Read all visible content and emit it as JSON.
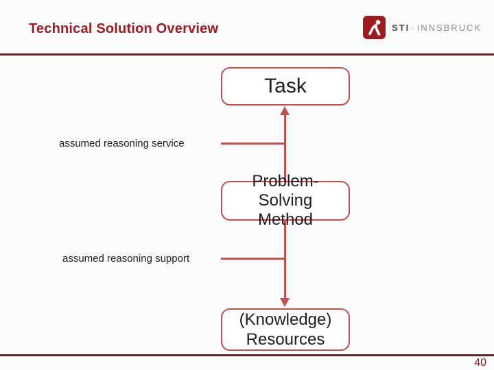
{
  "header": {
    "title": "Technical Solution Overview",
    "logo": {
      "org": "STI",
      "separator": "·",
      "location": "INNSBRUCK"
    }
  },
  "diagram": {
    "boxes": [
      {
        "id": "task",
        "label": "Task"
      },
      {
        "id": "problem-solving-method",
        "label": "Problem-Solving Method"
      },
      {
        "id": "knowledge-resources",
        "label": "(Knowledge) Resources"
      }
    ],
    "edges": [
      {
        "from": "problem-solving-method",
        "to": "task",
        "direction": "up",
        "label": "assumed reasoning service"
      },
      {
        "from": "problem-solving-method",
        "to": "knowledge-resources",
        "direction": "down",
        "label": "assumed reasoning support"
      }
    ]
  },
  "footer": {
    "page_number": "40"
  },
  "colors": {
    "accent_dark": "#6e1e23",
    "accent_box": "#bf5250",
    "title": "#9e1c22"
  }
}
